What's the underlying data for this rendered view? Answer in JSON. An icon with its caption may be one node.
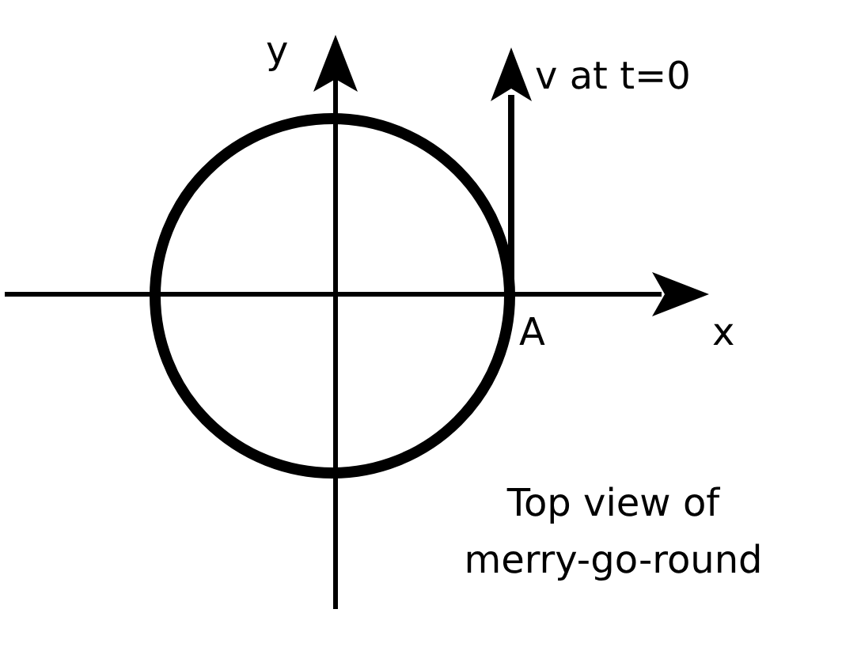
{
  "diagram": {
    "labels": [
      "y",
      "v at t=0",
      "x",
      "A",
      "Top view of merry-go-round"
    ]
  }
}
